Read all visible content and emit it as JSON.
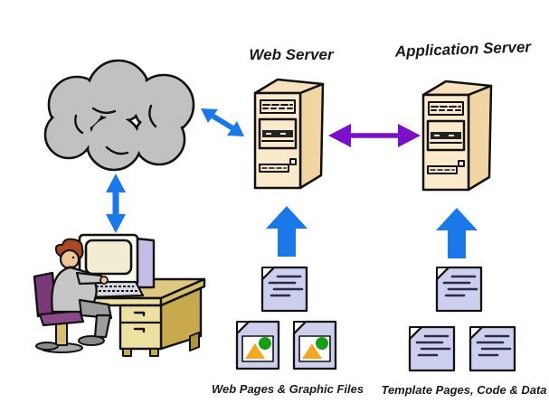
{
  "diagram": {
    "type": "architecture-diagram",
    "background": "#FFFFFF",
    "nodes": {
      "internet_cloud": {
        "icon": "cloud-icon",
        "label": ""
      },
      "client_workstation": {
        "icon": "user-at-computer-icon",
        "label": ""
      },
      "web_server": {
        "label": "Web Server",
        "icon": "server-tower-icon"
      },
      "application_server": {
        "label": "Application Server",
        "icon": "server-tower-icon"
      },
      "web_content": {
        "label": "Web Pages & Graphic Files",
        "icons": [
          "text-document-icon",
          "image-file-icon",
          "image-file-icon"
        ]
      },
      "template_content": {
        "label": "Template Pages, Code & Data",
        "icons": [
          "text-document-icon",
          "text-document-icon",
          "text-document-icon"
        ]
      }
    },
    "edges": [
      {
        "from": "client_workstation",
        "to": "internet_cloud",
        "style": "double-headed-arrow",
        "color": "#1B78E8"
      },
      {
        "from": "internet_cloud",
        "to": "web_server",
        "style": "double-headed-arrow",
        "color": "#1B78E8"
      },
      {
        "from": "web_server",
        "to": "application_server",
        "style": "double-headed-arrow",
        "color": "#7B10C8"
      },
      {
        "from": "web_content",
        "to": "web_server",
        "style": "block-arrow-up",
        "color": "#1B78E8"
      },
      {
        "from": "template_content",
        "to": "application_server",
        "style": "block-arrow-up",
        "color": "#1B78E8"
      }
    ],
    "colors": {
      "client_link_arrow": "#1B78E8",
      "server_link_arrow": "#7B10C8",
      "upload_arrow": "#1B78E8",
      "cloud_fill": "#C1C1C1",
      "server_front": "#FBE9CB",
      "server_side": "#F1D5A2",
      "server_top": "#F8E2BE",
      "document_fill": "#CDCFEE",
      "document_lines": "#2B2B45",
      "image_triangle": "#F5A623",
      "image_circle": "#169E16",
      "desk_front": "#EDE0A0",
      "desk_side": "#C9A94E",
      "monitor_screen": "#F2EDD2",
      "monitor_side": "#C5BCE8",
      "suit": "#C6C6C6",
      "chair": "#7A3A7A",
      "outline": "#111111"
    }
  }
}
